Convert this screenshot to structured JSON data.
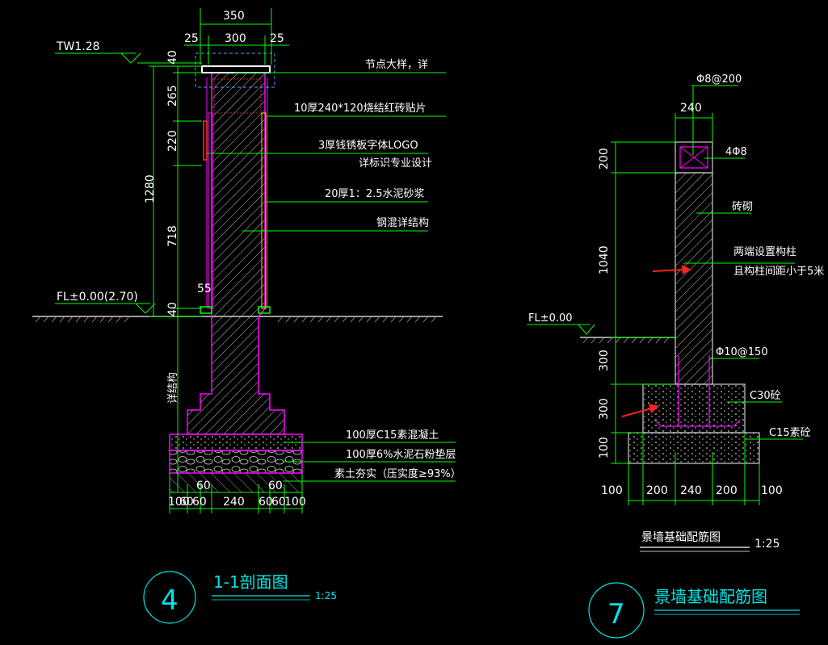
{
  "colors": {
    "background": "#000000",
    "dimension_line": "#00ff00",
    "outline": "#ff00ff",
    "text": "#ffffff",
    "title": "#00e5e5",
    "accent_arrow": "#ff2020",
    "hatch": "#bfbfbf",
    "ground": "#cfcfcf"
  },
  "section_1_1": {
    "top_elevation": "TW1.28",
    "floor_elevation": "FL±0.00(2.70)",
    "top_dims": {
      "total": "350",
      "left": "25",
      "middle": "300",
      "right": "25"
    },
    "left_dims": {
      "d40_top": "40",
      "d265": "265",
      "d220": "220",
      "d718": "718",
      "total": "1280",
      "d40_bottom": "40"
    },
    "dim_55": "55",
    "side_note": "详结构",
    "bottom_dims": {
      "offset_left": "60",
      "offset_right": "60"
    },
    "base_dims": [
      "100",
      "60",
      "60",
      "240",
      "60",
      "60",
      "100"
    ],
    "notes": [
      "节点大样，详",
      "10厚240*120烧结红砖贴片",
      "3厚钱锈板字体LOGO",
      "详标识专业设计",
      "20厚1：2.5水泥砂浆",
      "钢混详结构",
      "100厚C15素混凝土",
      "100厚6%水泥石粉垫层",
      "素土夯实（压实度≥93%）"
    ],
    "callout_number": "4",
    "title": "1-1剖面图",
    "scale": "1:25"
  },
  "foundation": {
    "rebar_top": "Φ8@200",
    "width": "240",
    "corner_bars": "4Φ8",
    "floor_elevation": "FL±0.00",
    "left_dims": [
      "200",
      "1040",
      "300",
      "300",
      "100"
    ],
    "notes": [
      "砖砌",
      "两端设置构柱",
      "且构柱间距小于5米",
      "Φ10@150",
      "C30砼",
      "C15素砼"
    ],
    "bottom_dims": [
      "100",
      "200",
      "240",
      "200",
      "100"
    ],
    "plan_title": "景墙基础配筋图",
    "plan_scale": "1:25",
    "callout_number": "7",
    "title": "景墙基础配筋图"
  }
}
